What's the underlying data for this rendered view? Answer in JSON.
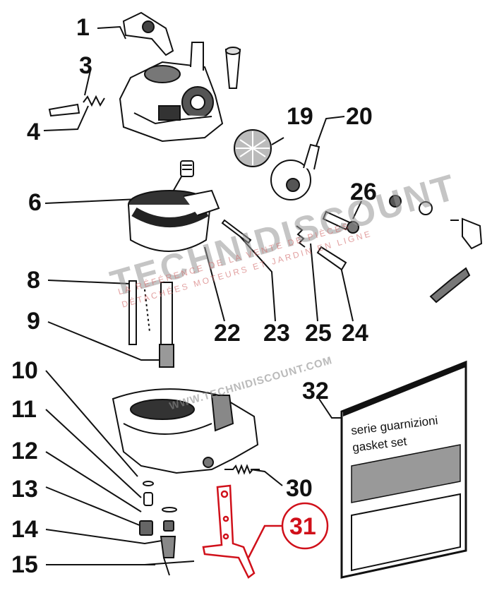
{
  "labels": {
    "n1": "1",
    "n3": "3",
    "n4": "4",
    "n6": "6",
    "n8": "8",
    "n9": "9",
    "n10": "10",
    "n11": "11",
    "n12": "12",
    "n13": "13",
    "n14": "14",
    "n15": "15",
    "n19": "19",
    "n20": "20",
    "n22": "22",
    "n23": "23",
    "n24": "24",
    "n25": "25",
    "n26": "26",
    "n30": "30",
    "n31": "31",
    "n32": "32"
  },
  "gasket_box": {
    "line1": "serie guarnizioni",
    "line2": "gasket set"
  },
  "watermark": {
    "brand": "TECHNIDISCOUNT",
    "tagline": "LA RÉFÉRENCE DE LA VENTE DE PIÈCES DÉTACHÉES MOTEURS ET JARDIN EN LIGNE",
    "url": "WWW.TECHNIDISCOUNT.COM"
  },
  "colors": {
    "ink": "#111111",
    "highlight": "#d0101a",
    "watermark": "#9a9a9a"
  }
}
